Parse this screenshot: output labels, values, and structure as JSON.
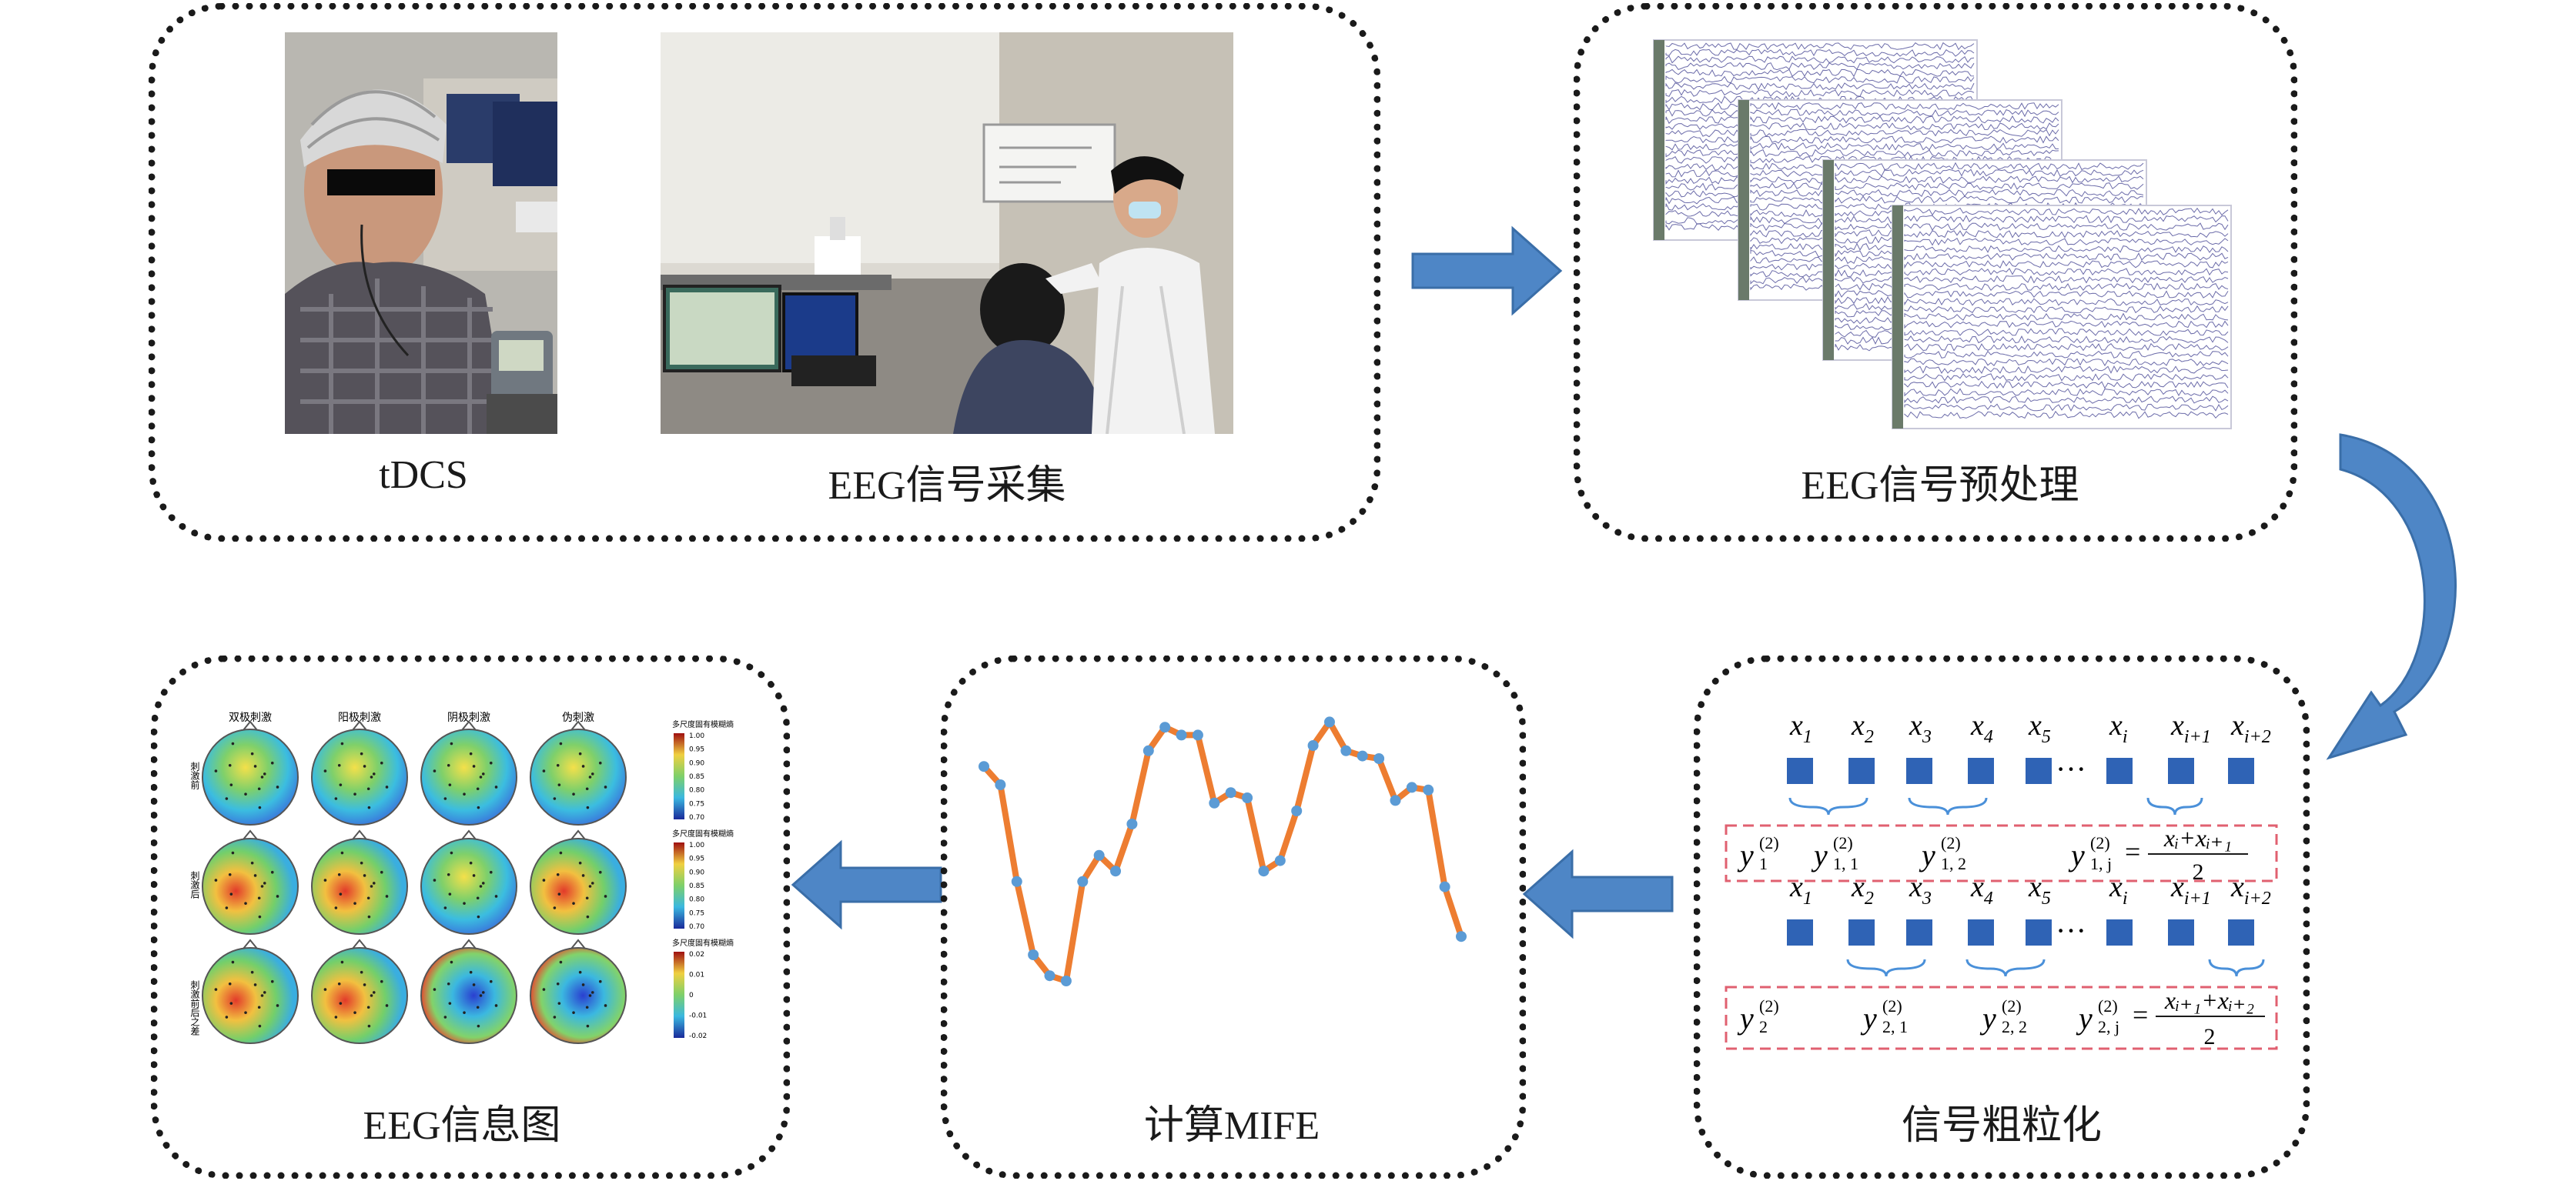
{
  "panels": {
    "acquisition": {
      "tdcs_label": "tDCS",
      "eeg_collect_label": "EEG信号采集"
    },
    "preprocess": {
      "label": "EEG信号预处理"
    },
    "coarse": {
      "label": "信号粗粒化"
    },
    "mife": {
      "label": "计算MIFE"
    },
    "info_map": {
      "label": "EEG信息图"
    }
  },
  "coarse_graining": {
    "row1_top": [
      "1",
      "2",
      "3",
      "4",
      "5",
      "i",
      "i+1",
      "i+2"
    ],
    "row1_formula": {
      "y_main": "y",
      "sup": "(2)",
      "sub_main": "1",
      "t1_sub": "1, 1",
      "t2_sub": "1, 2",
      "t3_sub": "1, j",
      "numerator": "xᵢ+xᵢ₊₁",
      "denominator": "2"
    },
    "row2_top": [
      "1",
      "2",
      "3",
      "4",
      "5",
      "i",
      "i+1",
      "i+2"
    ],
    "row2_formula": {
      "y_main": "y",
      "sup": "(2)",
      "sub_main": "2",
      "t1_sub": "2, 1",
      "t2_sub": "2, 2",
      "t3_sub": "2, j",
      "numerator": "xᵢ₊₁+xᵢ₊₂",
      "denominator": "2"
    },
    "ellipsis": "···",
    "symbol": "x",
    "equals": "="
  },
  "topomap": {
    "columns": [
      "双极刺激",
      "阳极刺激",
      "阴极刺激",
      "伪刺激"
    ],
    "rows": [
      "刺激前",
      "刺激后",
      "刺激前后之差"
    ],
    "colorbar_titles": [
      "多尺度固有模糊熵",
      "多尺度固有模糊熵",
      "多尺度固有模糊熵"
    ],
    "colorbar_ticks": [
      [
        "1.00",
        "0.95",
        "0.90",
        "0.85",
        "0.80",
        "0.75",
        "0.70"
      ],
      [
        "1.00",
        "0.95",
        "0.90",
        "0.85",
        "0.80",
        "0.75",
        "0.70"
      ],
      [
        "0.02",
        "0.01",
        "0",
        "-0.01",
        "-0.02"
      ]
    ]
  },
  "mife_series": {
    "type": "line",
    "values": [
      0.82,
      0.75,
      0.38,
      0.1,
      0.02,
      0.0,
      0.38,
      0.48,
      0.42,
      0.6,
      0.88,
      0.97,
      0.94,
      0.94,
      0.68,
      0.72,
      0.7,
      0.42,
      0.46,
      0.65,
      0.9,
      0.99,
      0.88,
      0.86,
      0.85,
      0.69,
      0.74,
      0.73,
      0.36,
      0.17
    ],
    "point_color": "#5b9bd5",
    "line_color": "#ed7d31"
  },
  "colors": {
    "arrow": "#4e86c6",
    "arrow_edge": "#3a6ea8",
    "square": "#2f63b5",
    "brace": "#4a90d9",
    "dashed_box": "#e06070",
    "eeg_trace": "#3a3a8c"
  }
}
